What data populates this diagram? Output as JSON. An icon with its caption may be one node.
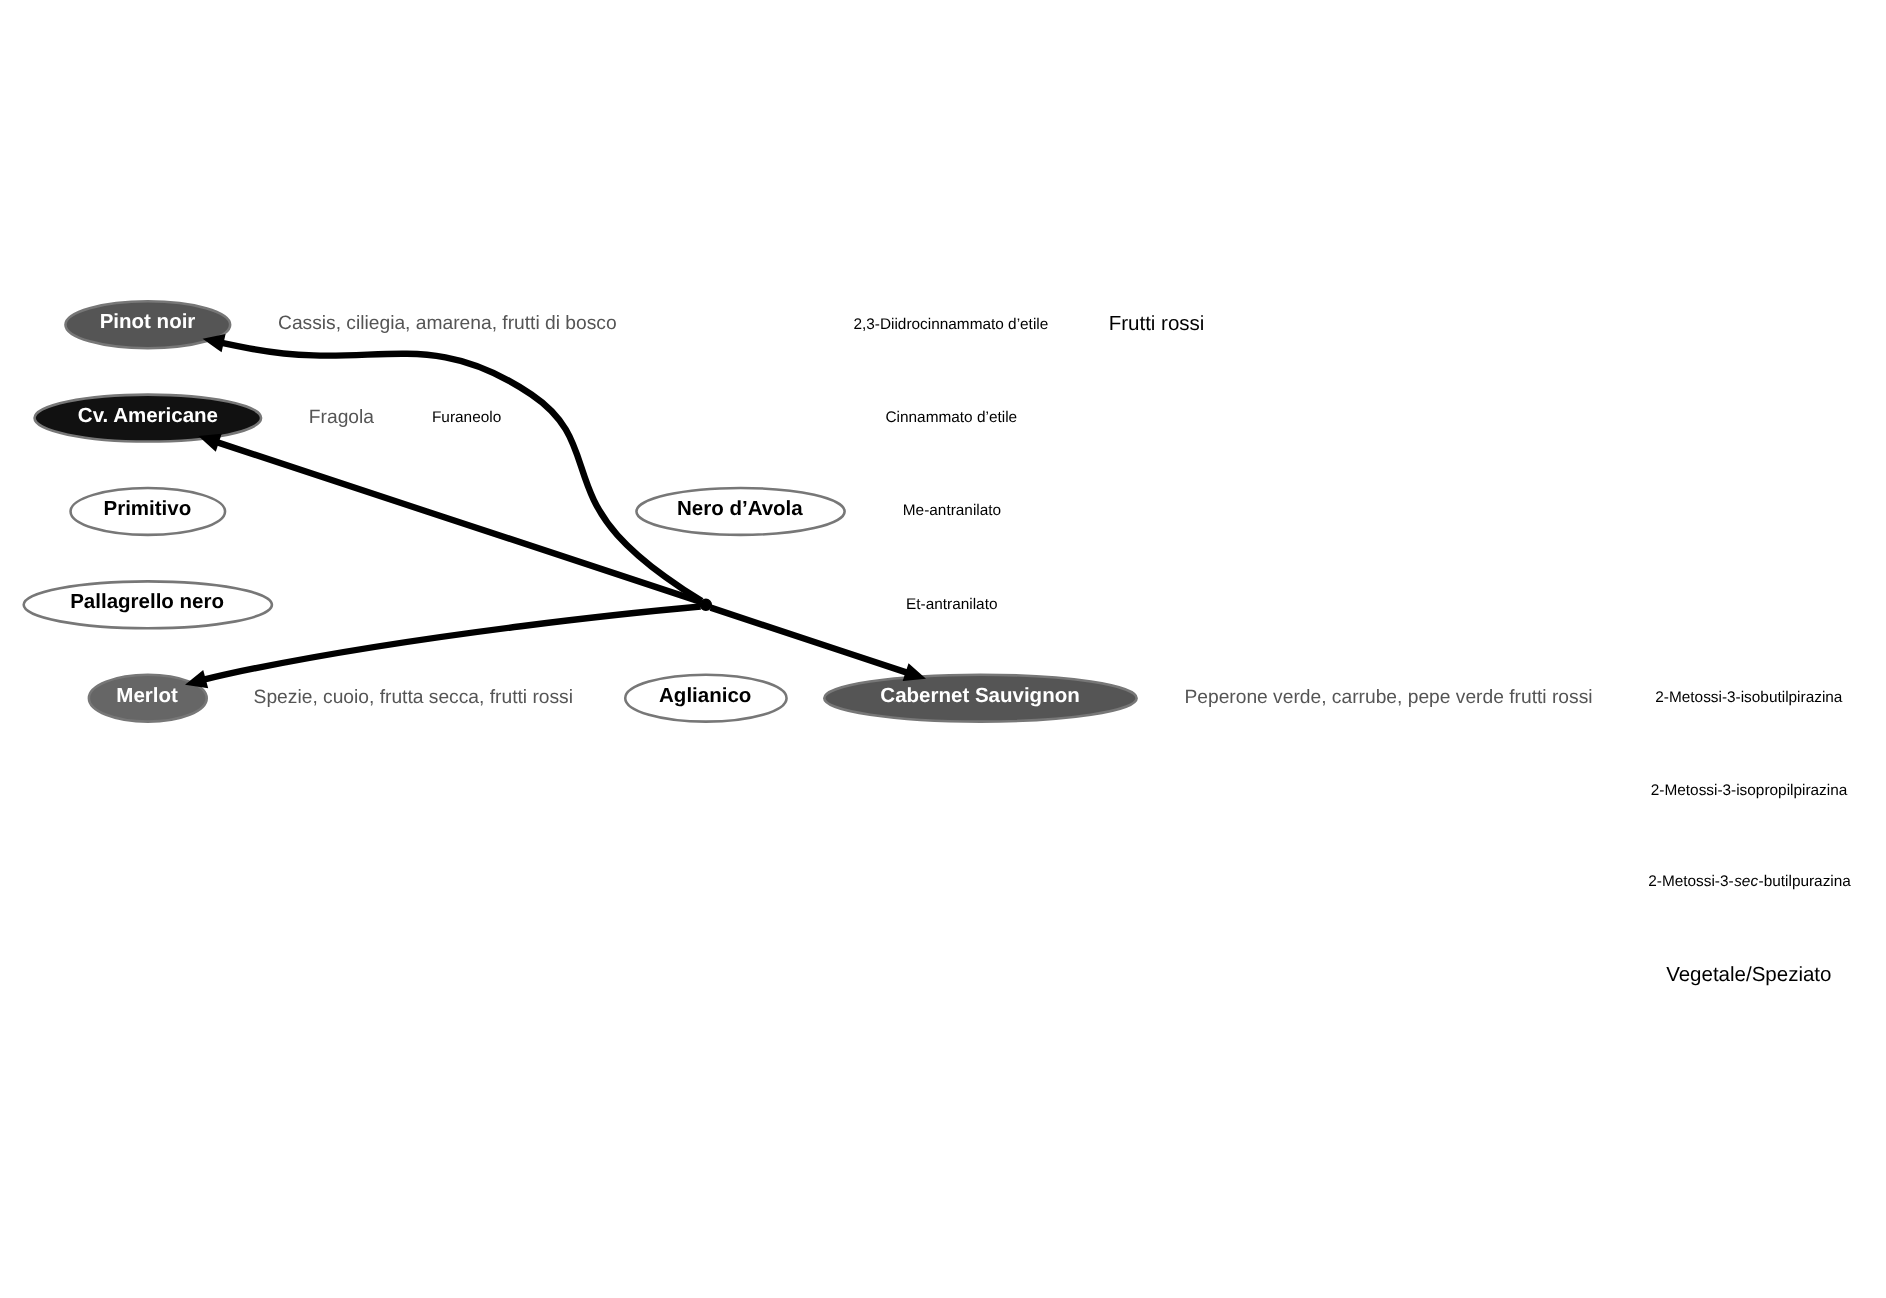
{
  "diagram": {
    "nodes": [
      {
        "text": [
          "Pinot noir"
        ],
        "beside": [
          "Cassis, ciliegia, amarena, frutti di bosco"
        ]
      },
      {
        "text": [
          "Cv. Americane"
        ],
        "beside": [
          "Fragola"
        ]
      },
      {
        "text": [
          "Primitivo"
        ]
      },
      {
        "text": [
          "Nero d’Avola"
        ]
      },
      {
        "text": [
          "Pallagrello nero"
        ]
      },
      {
        "text": [
          "Merlot"
        ],
        "beside": [
          "Spezie, cuoio, frutta secca, frutti rossi"
        ]
      },
      {
        "text": [
          "Aglianico"
        ]
      },
      {
        "text": [
          "Cabernet Sauvignon"
        ],
        "beside": [
          "Peperone verde, carrube, pepe verde frutti rossi"
        ]
      },
      {
        "text": [],
        "shape": "point"
      }
    ],
    "edges": [
      {
        "from": 8,
        "to": 0,
        "arrow": "to"
      },
      {
        "from": 8,
        "to": 1,
        "arrow": "to"
      },
      {
        "from": 8,
        "to": 5,
        "arrow": "to"
      },
      {
        "from": 8,
        "to": 7,
        "arrow": "to"
      }
    ],
    "labels": [
      "Frutti rossi",
      "2,3-Diidrocinnammato d’etile",
      "Cinnammato d’etile",
      "Me-antranilato",
      "Et-antranilato",
      "Furaneolo",
      "2-Metossi-3-isobutilpirazina",
      "2-Metossi-3-isopropilpirazina",
      "2-Metossi-3-*sec*-butilpurazina",
      "Vegetale/Speziato"
    ]
  }
}
